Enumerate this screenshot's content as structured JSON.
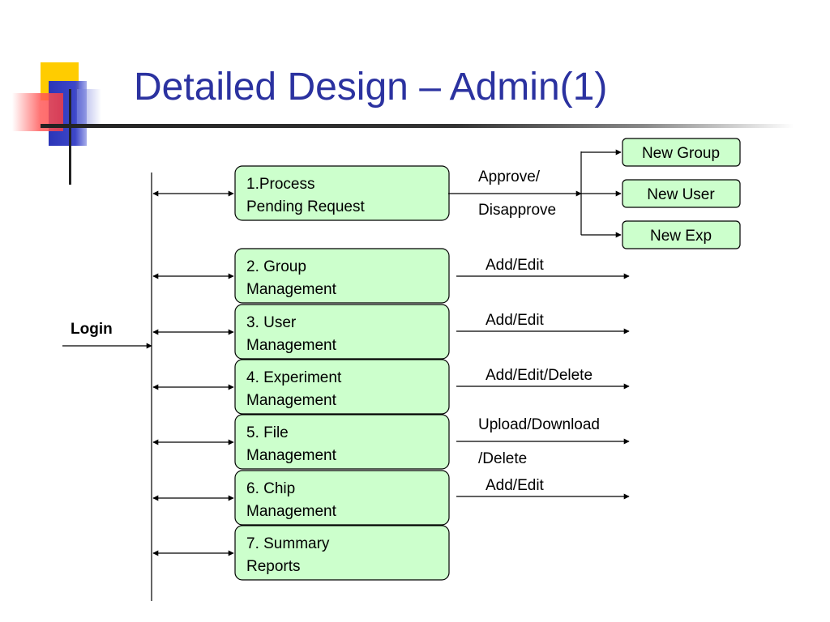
{
  "title": "Detailed Design – Admin(1)",
  "colors": {
    "title": "#2b32a0",
    "box_fill": "#ccffcc",
    "box_stroke": "#000000",
    "deco_yellow": "#ffcc00",
    "deco_blue": "#2b35b8",
    "deco_red": "#ff5a5a"
  },
  "login_label": "Login",
  "modules": [
    {
      "line1": "1.Process",
      "line2": "Pending Request"
    },
    {
      "line1": "2. Group",
      "line2": "Management"
    },
    {
      "line1": "3. User",
      "line2": "Management"
    },
    {
      "line1": "4. Experiment",
      "line2": "Management"
    },
    {
      "line1": "5. File",
      "line2": "Management"
    },
    {
      "line1": "6. Chip",
      "line2": "Management"
    },
    {
      "line1": "7. Summary",
      "line2": "Reports"
    }
  ],
  "approve_labels": {
    "line1": "Approve/",
    "line2": "Disapprove"
  },
  "outcomes": [
    "New Group",
    "New User",
    "New Exp"
  ],
  "actions": [
    {
      "text": "Add/Edit"
    },
    {
      "text": "Add/Edit"
    },
    {
      "text": "Add/Edit/Delete"
    },
    {
      "line1": "Upload/Download",
      "line2": "/Delete"
    },
    {
      "text": "Add/Edit"
    }
  ]
}
